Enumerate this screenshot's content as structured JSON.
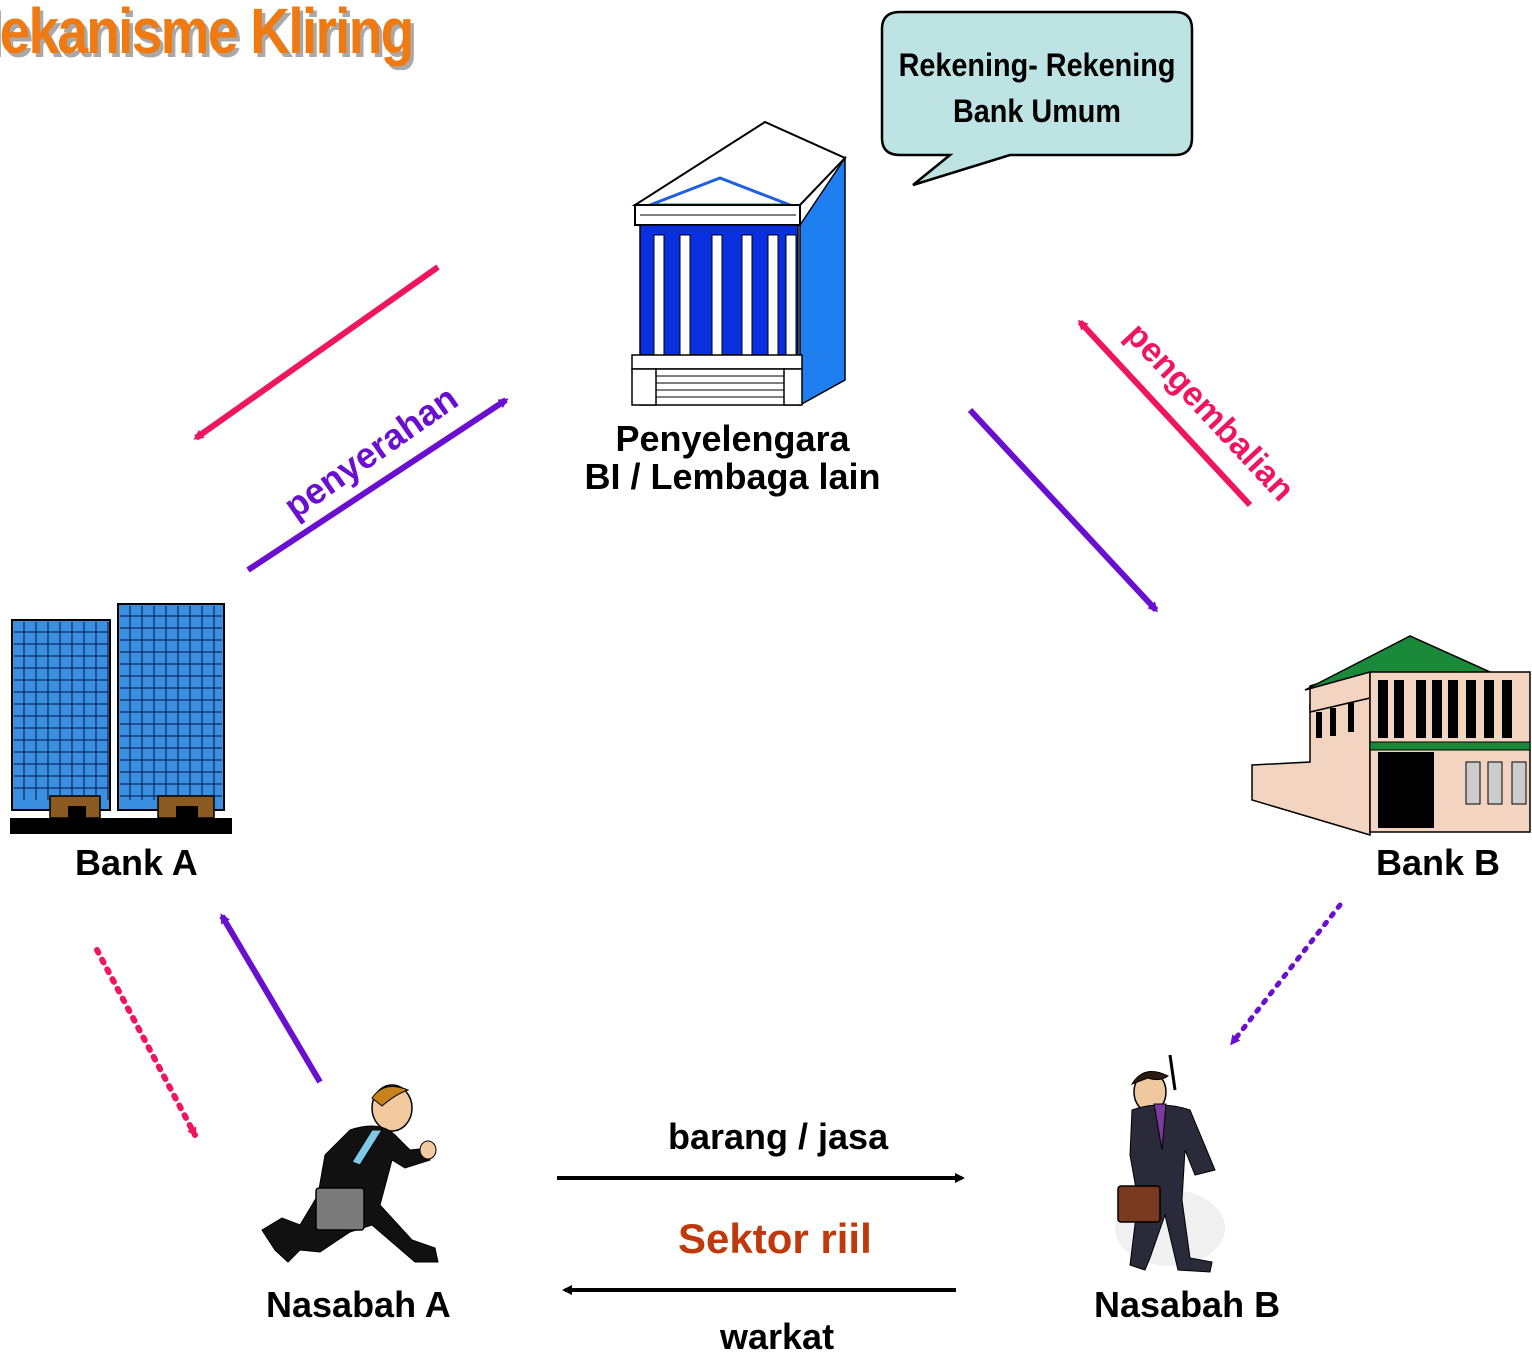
{
  "title": "lekanisme Kliring",
  "callout": {
    "line1": "Rekening- Rekening",
    "line2": "Bank Umum"
  },
  "nodes": {
    "central": {
      "line1": "Penyelengara",
      "line2": "BI / Lembaga lain"
    },
    "bank_a": "Bank A",
    "bank_b": "Bank B",
    "nasabah_a": "Nasabah A",
    "nasabah_b": "Nasabah B"
  },
  "flows": {
    "penyerahan": "penyerahan",
    "pengembalian": "pengembalian",
    "barang_jasa": "barang / jasa",
    "sektor_riil": "Sektor riil",
    "warkat": "warkat"
  },
  "colors": {
    "title": "#f07a12",
    "penyerahan_arrow": "#6a0fd0",
    "pengembalian_arrow": "#f0155f",
    "sektor_riil": "#c0390b",
    "callout_fill": "#bde3e3"
  }
}
